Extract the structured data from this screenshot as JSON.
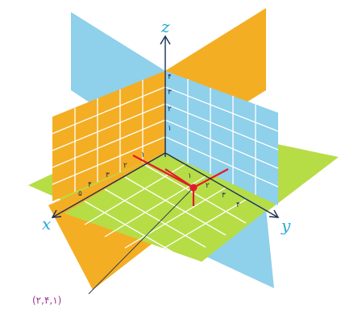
{
  "axes": {
    "x_label": "x",
    "y_label": "y",
    "z_label": "z",
    "x_ticks": [
      "۱",
      "۲",
      "۳",
      "۴",
      "۵"
    ],
    "y_ticks": [
      "۱",
      "۲",
      "۳",
      "۴"
    ],
    "z_ticks": [
      "۱",
      "۲",
      "۳",
      "۴"
    ]
  },
  "point": {
    "label": "(۲,۴,۱)"
  },
  "colors": {
    "xz_plane": "#f4ae24",
    "yz_plane": "#8fd0ea",
    "xy_plane": "#b6dd46",
    "axis": "#1a2e55",
    "axis_label": "#2aa6d8",
    "tick_label": "#1a2e55",
    "point": "#e4192a",
    "point_label": "#9b3a8c"
  }
}
